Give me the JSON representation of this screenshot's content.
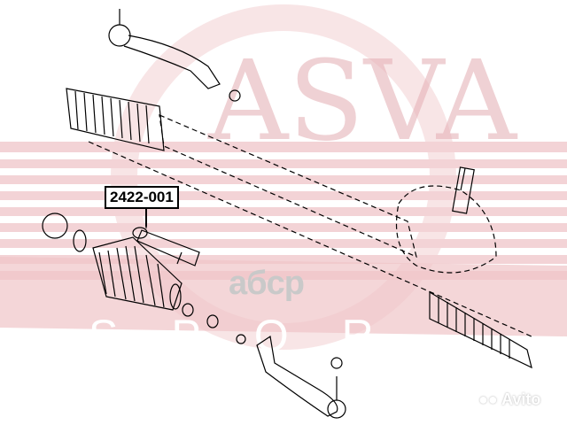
{
  "diagram": {
    "part_number_label": "2422-001",
    "watermark_brand": "ASVA",
    "watermark_sub": "SPOR",
    "watermark_site": "aбcp",
    "marketplace_logo": "Avito",
    "colors": {
      "watermark": "#e6b3b8",
      "lines": "#000000"
    }
  }
}
